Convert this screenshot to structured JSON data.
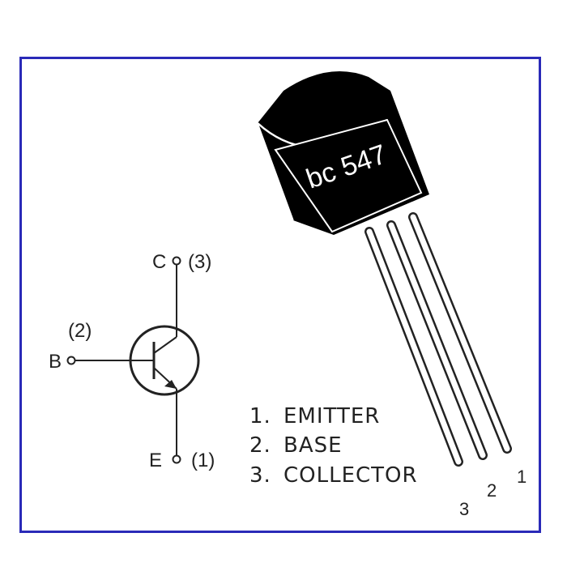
{
  "package": {
    "marking": "bc 547",
    "pin_numbers": [
      "3",
      "2",
      "1"
    ]
  },
  "symbol": {
    "collector": {
      "letter": "C",
      "number": "(3)"
    },
    "base": {
      "letter": "B",
      "number": "(2)"
    },
    "emitter": {
      "letter": "E",
      "number": "(1)"
    }
  },
  "pin_list": [
    {
      "num": "1.",
      "name": "EMITTER"
    },
    {
      "num": "2.",
      "name": "BASE"
    },
    {
      "num": "3.",
      "name": "COLLECTOR"
    }
  ],
  "colors": {
    "frame": "#2a2ab8",
    "ink": "#222222",
    "package": "#000000"
  }
}
